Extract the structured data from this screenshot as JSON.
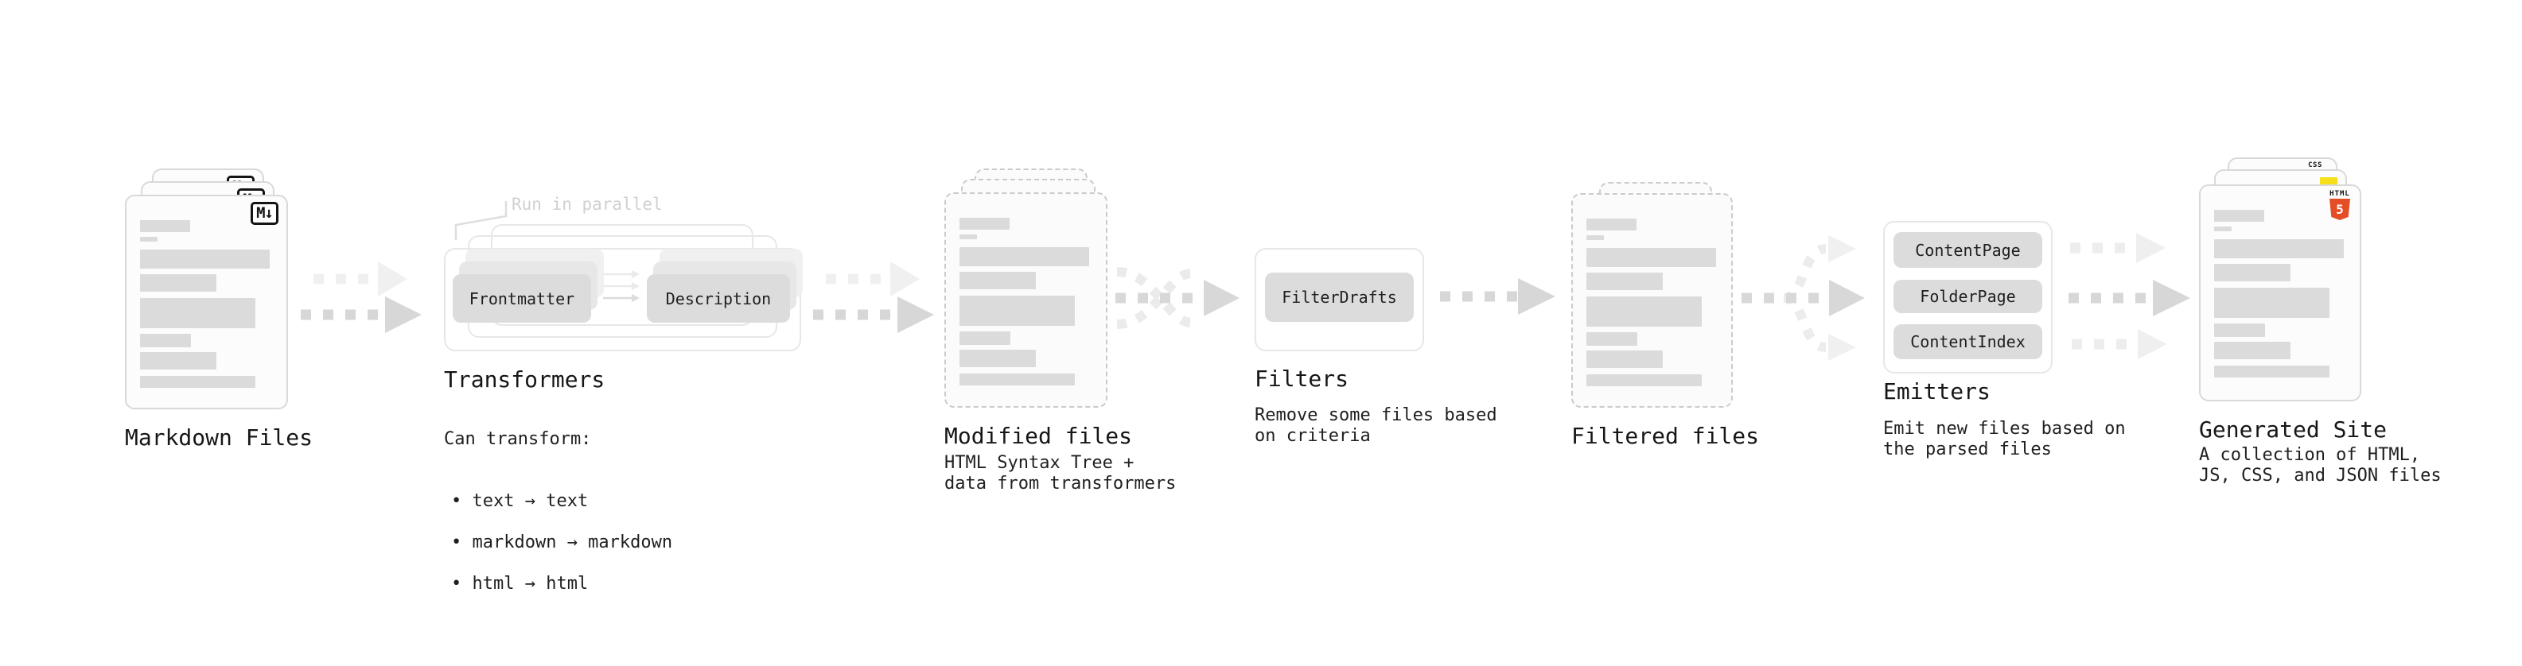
{
  "nodes": {
    "markdown": {
      "label": "Markdown Files"
    },
    "transformers": {
      "annotation": "Run in parallel",
      "box1": "Frontmatter",
      "box2": "Description",
      "label": "Transformers",
      "desc_title": "Can transform:",
      "bullets": [
        "• text → text",
        "• markdown → markdown",
        "• html → html"
      ]
    },
    "modified": {
      "label": "Modified files",
      "desc": "HTML Syntax Tree +\ndata from transformers"
    },
    "filters": {
      "box": "FilterDrafts",
      "label": "Filters",
      "desc": "Remove some files based\non criteria"
    },
    "filtered": {
      "label": "Filtered files"
    },
    "emitters": {
      "boxes": [
        "ContentPage",
        "FolderPage",
        "ContentIndex"
      ],
      "label": "Emitters",
      "desc": "Emit new files based on\nthe parsed files"
    },
    "generated": {
      "label": "Generated Site",
      "desc": "A collection of HTML,\nJS, CSS, and JSON files"
    }
  },
  "badges": {
    "markdown": "M↓",
    "css": "CSS",
    "html": "HTML",
    "html5_number": "5"
  },
  "colors": {
    "html5_orange": "#e44d26",
    "js_yellow": "#f7df1e",
    "css_blue": "#2d6ae3"
  }
}
